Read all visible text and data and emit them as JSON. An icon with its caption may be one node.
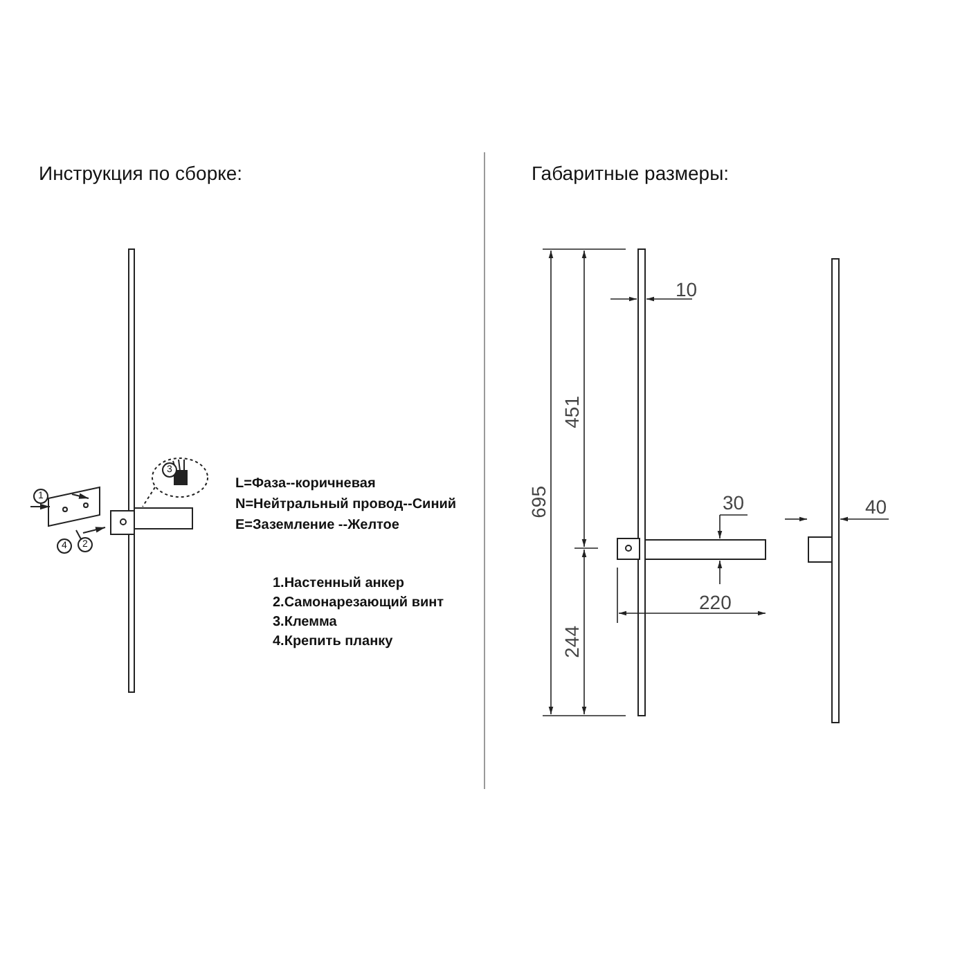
{
  "diagram": {
    "labels": [
      "Инструкция по сборке:",
      "Габаритные размеры:",
      "L=Фаза--коричневая",
      "N=Нейтральный провод--Синий",
      "E=Заземление --Желтое",
      "1.Настенный анкер",
      "2.Самонарезающий винт",
      "3.Клемма",
      "4.Крепить планку",
      "3",
      "1",
      "2",
      "4",
      "10",
      "695",
      "451",
      "244",
      "30",
      "220",
      "40"
    ]
  }
}
